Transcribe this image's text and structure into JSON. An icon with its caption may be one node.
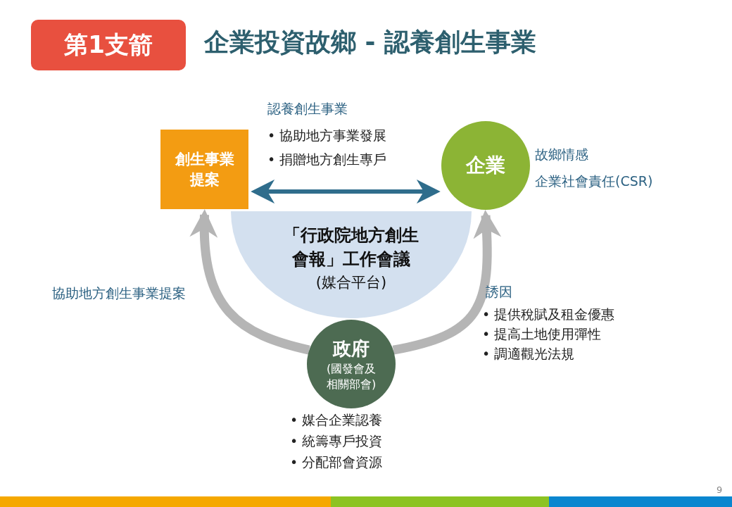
{
  "diagram": {
    "title": "企業投資故鄉 - 認養創生事業",
    "nodes": [
      {
        "text": [
          "第1支箭"
        ]
      },
      {
        "text": [
          "創生事業提案"
        ]
      },
      {
        "text": [
          "企業"
        ],
        "beside": [
          "故鄉情感",
          "企業社會責任(CSR)"
        ]
      },
      {
        "text": [
          "「行政院地方創生會報」工作會議",
          "(媒合平台)"
        ]
      },
      {
        "text": [
          "政府",
          "(國發會及相關部會)"
        ],
        "beside": [
          "• 媒合企業認養",
          "• 統籌專戶投資",
          "• 分配部會資源"
        ]
      }
    ],
    "edges": [
      {
        "from": 1,
        "to": 2,
        "arrow": "both",
        "color": "#2f6d8c"
      },
      {
        "from": 4,
        "to": 1,
        "arrow": "to"
      },
      {
        "from": 4,
        "to": 2,
        "arrow": "to"
      }
    ],
    "labels": [
      "認養創生事業",
      "• 協助地方事業發展",
      "• 捐贈地方創生專戶",
      "協助地方創生事業提案",
      "誘因",
      "• 提供稅賦及租金優惠",
      "• 提高土地使用彈性",
      "• 調適觀光法規",
      "9"
    ]
  }
}
